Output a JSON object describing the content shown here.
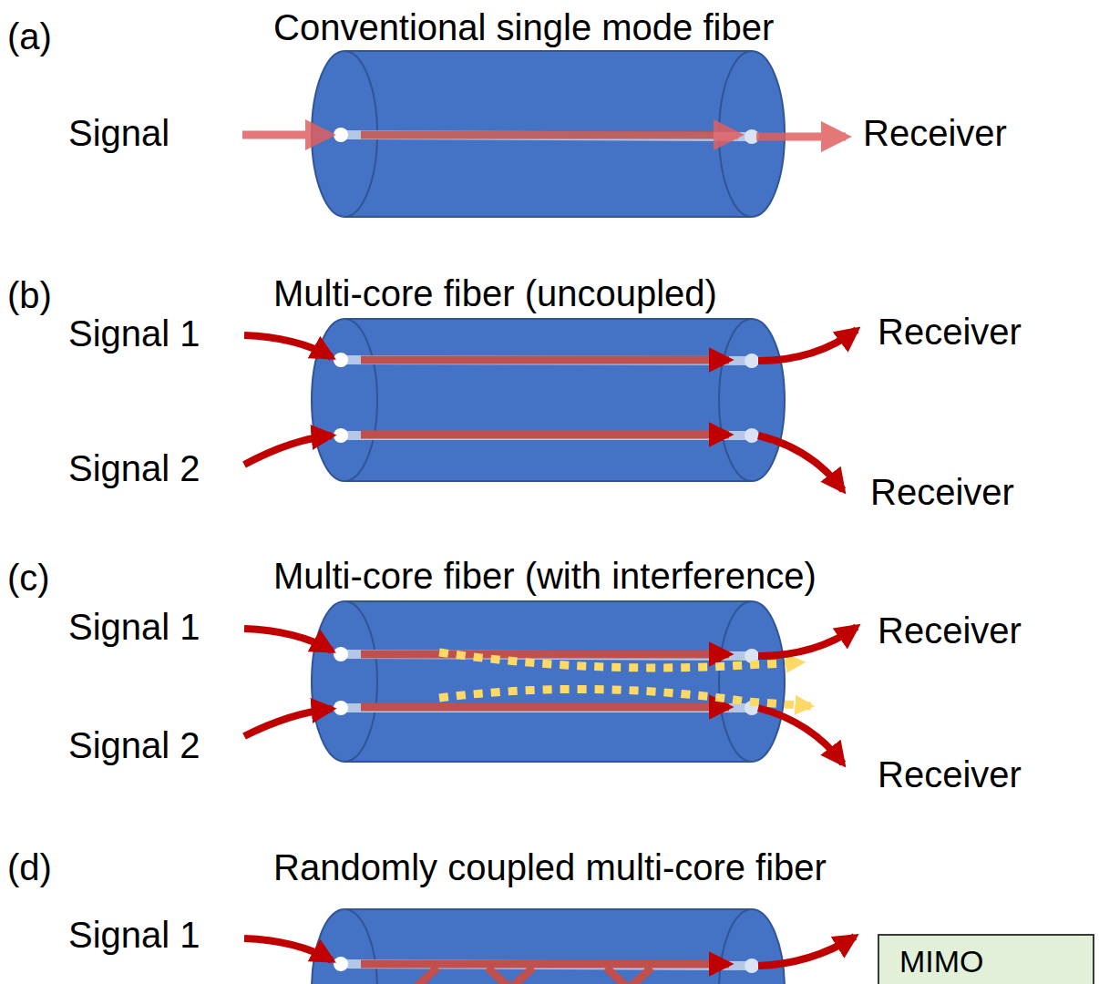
{
  "diagram": {
    "nodes": [
      {
        "text": [
          "MIMO"
        ]
      }
    ],
    "labels": [
      "(a)",
      "Conventional single mode fiber",
      "Signal",
      "Receiver",
      "(b)",
      "Multi-core fiber (uncoupled)",
      "Signal 1",
      "Receiver",
      "Signal 2",
      "Receiver",
      "(c)",
      "Multi-core fiber (with interference)",
      "Signal 1",
      "Receiver",
      "Signal 2",
      "Receiver",
      "(d)",
      "Randomly coupled multi-core fiber",
      "Signal 1"
    ]
  }
}
